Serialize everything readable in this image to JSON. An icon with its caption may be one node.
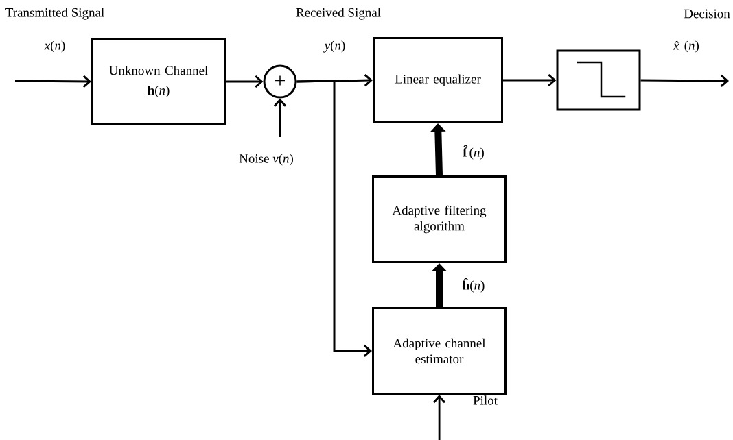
{
  "diagram": {
    "nodes": [
      {
        "text": [
          "Unknown Channel",
          "**h**(*n*)"
        ]
      },
      {
        "text": [
          "+"
        ]
      },
      {
        "text": [
          "Linear equalizer"
        ]
      },
      {
        "text": [],
        "shape": "box"
      },
      {
        "text": [
          "Adaptive filtering algorithm"
        ]
      },
      {
        "text": [
          "Adaptive channel estimator"
        ]
      }
    ],
    "edges": [
      {
        "from": null,
        "to": 0,
        "arrow": "to",
        "label": "*x*(*n*)"
      },
      {
        "from": 0,
        "to": 1,
        "arrow": "to"
      },
      {
        "from": null,
        "to": 1,
        "arrow": "to",
        "label": "Noise *ν*(*n*)"
      },
      {
        "from": 1,
        "to": 2,
        "arrow": "to",
        "label": "*y*(*n*)"
      },
      {
        "from": 1,
        "to": 5,
        "arrow": "to"
      },
      {
        "from": 2,
        "to": 3,
        "arrow": "to"
      },
      {
        "from": 3,
        "to": null,
        "arrow": "to",
        "label": "*x̂*(*n*)"
      },
      {
        "from": 5,
        "to": 4,
        "arrow": "to",
        "style": "thick",
        "label": "**ĥ**(*n*)"
      },
      {
        "from": 4,
        "to": 2,
        "arrow": "to",
        "style": "thick",
        "label": "**f̂**(*n*)"
      },
      {
        "from": null,
        "to": 5,
        "arrow": "to",
        "label": "Pilot"
      }
    ],
    "labels": [
      "Transmitted Signal",
      "Received Signal",
      "Decision"
    ]
  }
}
